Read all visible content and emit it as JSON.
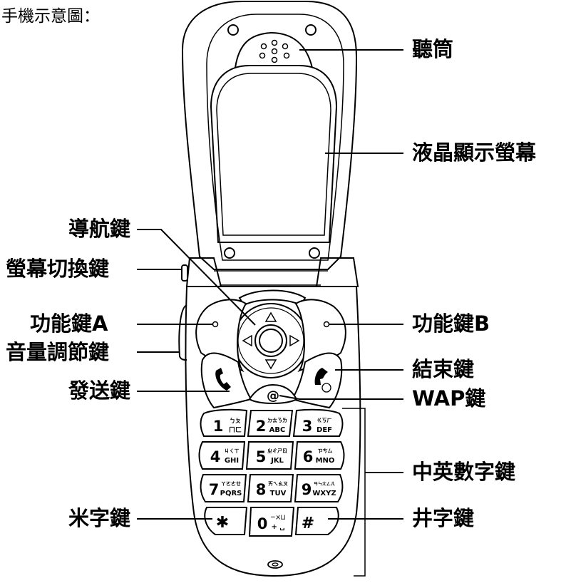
{
  "title": "手機示意圖：",
  "labels": {
    "earpiece": "聽筒",
    "lcd": "液晶顯示螢幕",
    "nav_key": "導航鍵",
    "screen_switch": "螢幕切換鍵",
    "func_a": "功能鍵A",
    "volume": "音量調節鍵",
    "send": "發送鍵",
    "func_b": "功能鍵B",
    "end": "結束鍵",
    "wap": "WAP鍵",
    "alnum": "中英數字鍵",
    "star": "米字鍵",
    "hash": "井字鍵"
  },
  "keys": {
    "k1": {
      "digit": "1",
      "sub": "ㄅㄆ",
      "main": "ㄇㄈ"
    },
    "k2": {
      "digit": "2",
      "sub": "ㄉㄊㄋㄌ",
      "main": "ABC"
    },
    "k3": {
      "digit": "3",
      "sub": "ㄍㄎㄏ",
      "main": "DEF"
    },
    "k4": {
      "digit": "4",
      "sub": "ㄐㄑㄒ",
      "main": "GHI"
    },
    "k5": {
      "digit": "5",
      "sub": "ㄓㄔㄕㄖ",
      "main": "JKL"
    },
    "k6": {
      "digit": "6",
      "sub": "ㄗㄘㄙ",
      "main": "MNO"
    },
    "k7": {
      "digit": "7",
      "sub": "ㄚㄛㄜㄝ",
      "main": "PQRS"
    },
    "k8": {
      "digit": "8",
      "sub": "ㄞㄟㄠㄡ",
      "main": "TUV"
    },
    "k9": {
      "digit": "9",
      "sub": "ㄢㄣㄤㄥㄦ",
      "main": "WXYZ"
    },
    "k0": {
      "digit": "0",
      "sub": "ㄧㄨㄩ",
      "main": "+ ␣"
    },
    "star": "✱",
    "hash": "#",
    "at": "@"
  },
  "icons": [
    "speaker-grille-icon",
    "call-icon",
    "end-call-icon",
    "up-arrow-icon",
    "down-arrow-icon",
    "left-arrow-icon",
    "right-arrow-icon",
    "camera-lens-icon"
  ]
}
